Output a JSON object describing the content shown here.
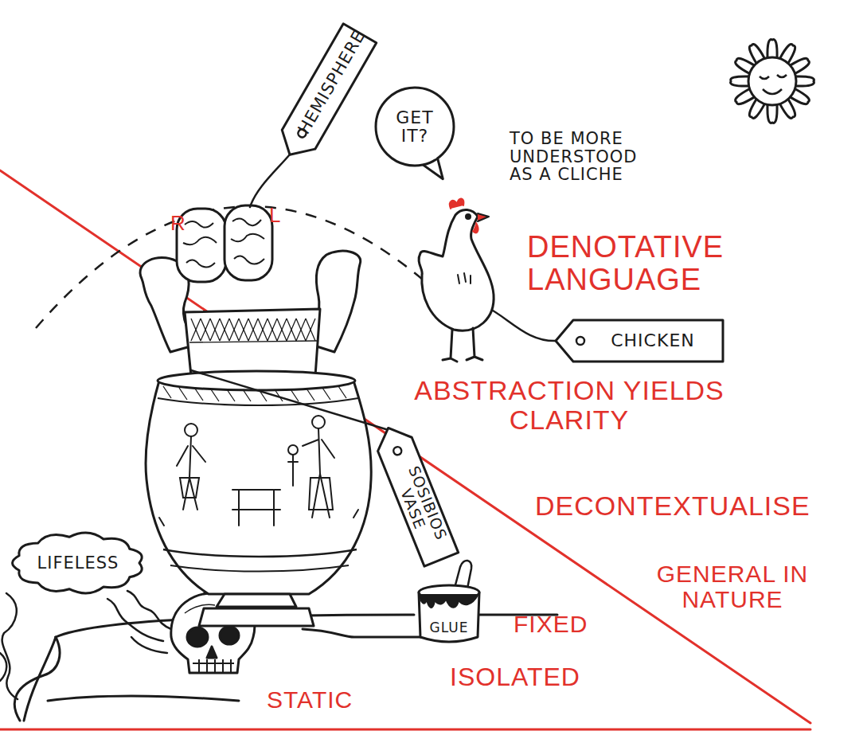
{
  "diagram": {
    "nodes": [
      {
        "text": [
          "HEMISPHERE"
        ]
      },
      {
        "text": [
          "GET IT?"
        ]
      },
      {
        "text": [
          "CHICKEN"
        ]
      },
      {
        "text": [
          "SOSIBIOS VASE"
        ]
      },
      {
        "text": [
          "LIFELESS"
        ]
      },
      {
        "text": [
          "GLUE"
        ]
      }
    ],
    "labels": [
      "R",
      "L",
      "TO BE MORE UNDERSTOOD AS A CLICHE",
      "DENOTATIVE LANGUAGE",
      "ABSTRACTION YIELDS CLARITY",
      "DECONTEXTUALISE",
      "GENERAL IN NATURE",
      "FIXED",
      "ISOLATED",
      "STATIC"
    ]
  }
}
